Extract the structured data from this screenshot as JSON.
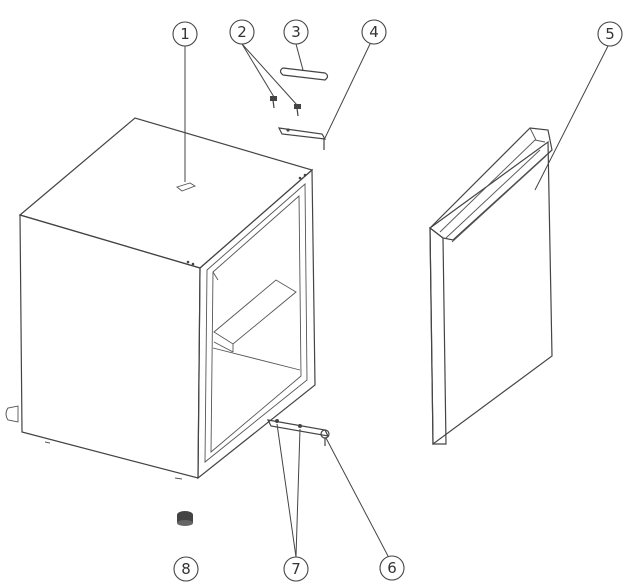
{
  "diagram": {
    "type": "exploded-parts-view",
    "callouts": [
      {
        "id": "callout-1",
        "label": "1"
      },
      {
        "id": "callout-2",
        "label": "2"
      },
      {
        "id": "callout-3",
        "label": "3"
      },
      {
        "id": "callout-4",
        "label": "4"
      },
      {
        "id": "callout-5",
        "label": "5"
      },
      {
        "id": "callout-6",
        "label": "6"
      },
      {
        "id": "callout-7",
        "label": "7"
      },
      {
        "id": "callout-8",
        "label": "8"
      }
    ]
  },
  "colors": {
    "line": "#444444",
    "background": "#ffffff"
  }
}
